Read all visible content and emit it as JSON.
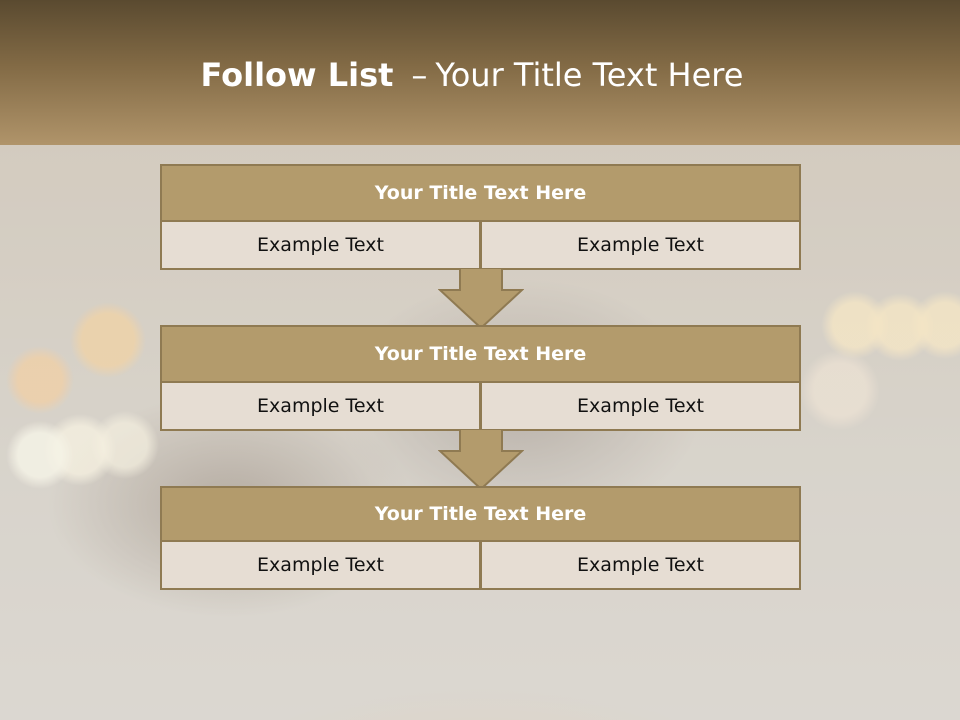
{
  "header": {
    "title_bold": "Follow List",
    "separator": "–",
    "title_rest": "Your Title Text Here"
  },
  "colors": {
    "header_top": "#5a4a30",
    "header_bottom": "#b0946a",
    "block_title_bg": "#b39b6c",
    "block_border": "#8f7a52",
    "cell_bg": "#e6ddd3",
    "arrow_fill": "#b39b6c"
  },
  "flow": {
    "steps": [
      {
        "title": "Your Title Text Here",
        "left": "Example Text",
        "right": "Example Text"
      },
      {
        "title": "Your Title Text Here",
        "left": "Example Text",
        "right": "Example Text"
      },
      {
        "title": "Your Title Text Here",
        "left": "Example Text",
        "right": "Example Text"
      }
    ],
    "connector_icon": "down-arrow-icon"
  }
}
